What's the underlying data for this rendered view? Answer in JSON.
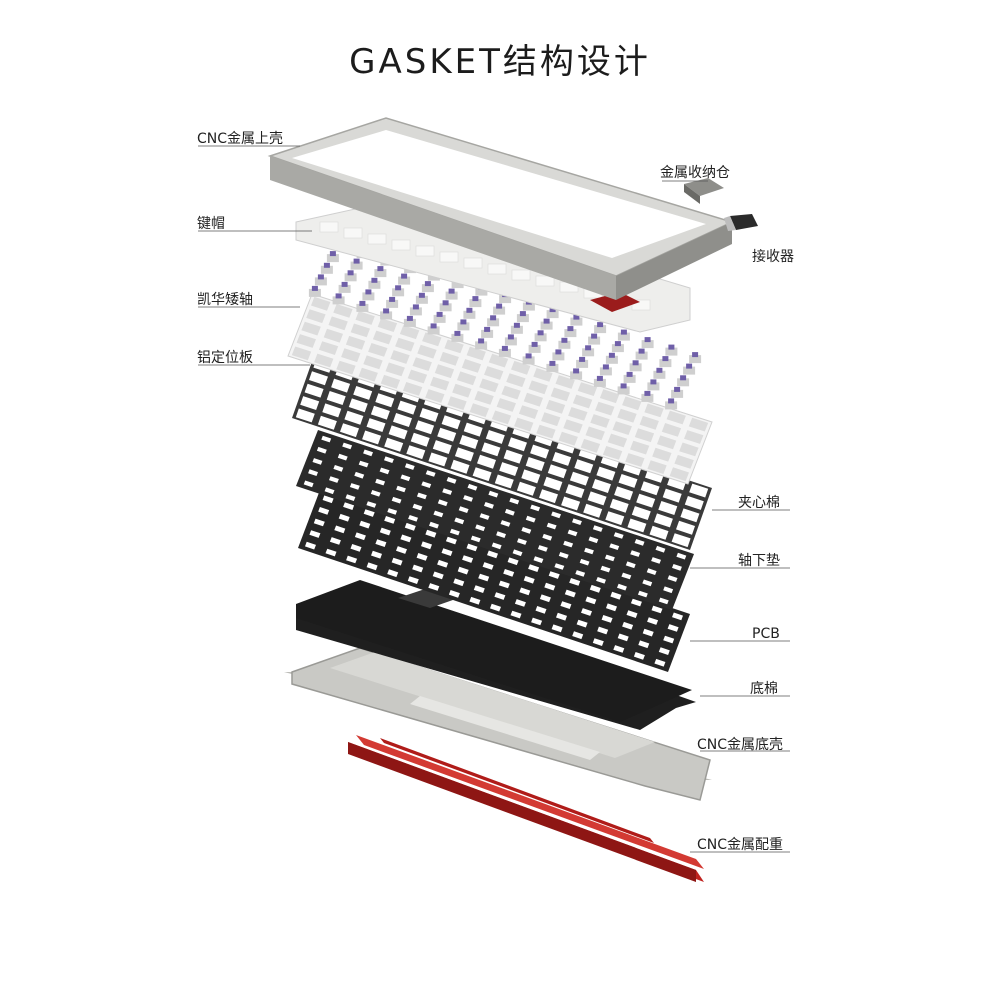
{
  "title": "GASKET结构设计",
  "layers": [
    {
      "id": "top_case",
      "label": "CNC金属上壳"
    },
    {
      "id": "keycaps",
      "label": "键帽"
    },
    {
      "id": "switches",
      "label": "凯华矮轴"
    },
    {
      "id": "plate",
      "label": "铝定位板"
    },
    {
      "id": "middle_foam",
      "label": "夹心棉"
    },
    {
      "id": "switch_pad",
      "label": "轴下垫"
    },
    {
      "id": "pcb",
      "label": "PCB"
    },
    {
      "id": "bottom_foam",
      "label": "底棉"
    },
    {
      "id": "bottom_case",
      "label": "CNC金属底壳"
    },
    {
      "id": "weight",
      "label": "CNC金属配重"
    }
  ],
  "accessories": [
    {
      "id": "storage",
      "label": "金属收纳仓"
    },
    {
      "id": "receiver",
      "label": "接收器"
    }
  ],
  "colors": {
    "frame": "#d9d9d6",
    "keycap": "#eeeeec",
    "accent_key": "#9b1c1c",
    "switch_stem": "#6f5fa8",
    "plate": "#f1f1f1",
    "foam": "#2b2b2b",
    "pcb": "#1c1c1c",
    "bottom_case": "#c9c9c5",
    "weight": "#c0221f"
  }
}
